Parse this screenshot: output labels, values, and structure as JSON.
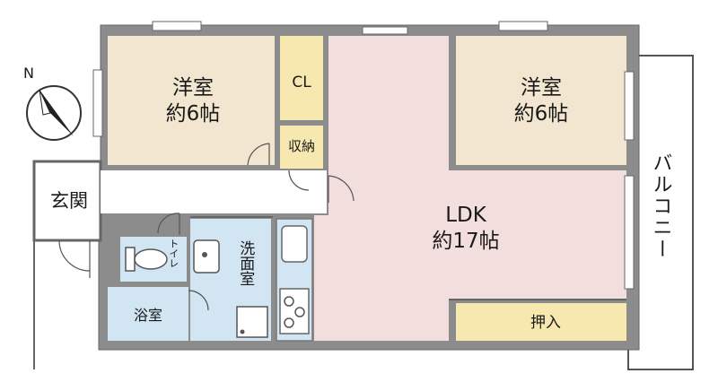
{
  "colors": {
    "wall": "#8c8c8c",
    "western_room": "#f2e6d1",
    "ldk": "#f3dede",
    "storage": "#f7e8b0",
    "wet_area": "#d2e5f3",
    "entry": "#ffffff",
    "balcony": "#ffffff"
  },
  "compass": {
    "label": "N",
    "icon": "compass-north-icon"
  },
  "rooms": {
    "western_left": {
      "name": "洋室",
      "size": "約6帖"
    },
    "western_right": {
      "name": "洋室",
      "size": "約6帖"
    },
    "closet": {
      "name": "CL"
    },
    "storage": {
      "name": "収納"
    },
    "ldk": {
      "name": "LDK",
      "size": "約17帖"
    },
    "oshiire": {
      "name": "押入"
    },
    "entrance": {
      "name": "玄関"
    },
    "toilet": {
      "name": "トイレ"
    },
    "washroom": {
      "name": "洗面室"
    },
    "bath": {
      "name": "浴室"
    },
    "balcony": {
      "name": "バルコニー"
    }
  }
}
